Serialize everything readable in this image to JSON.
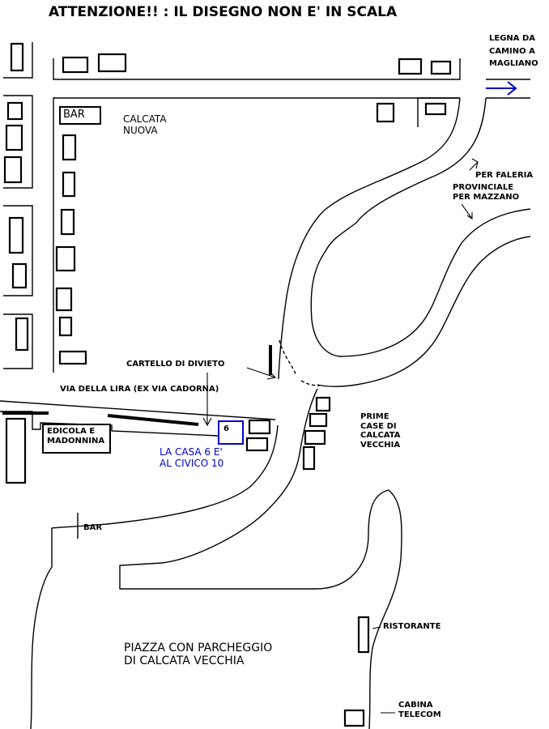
{
  "title": "ATTENZIONE!! : IL DISEGNO NON E' IN SCALA",
  "labels": {
    "legna_line1": "LEGNA DA",
    "legna_line2": "CAMINO A",
    "legna_line3": "MAGLIANO",
    "calcata_nuova_line1": "CALCATA",
    "calcata_nuova_line2": "NUOVA",
    "bar_top": "BAR",
    "per_faleria": "PER FALERIA",
    "provinciale_line1": "PROVINCIALE",
    "provinciale_line2": "PER MAZZANO",
    "cartello": "CARTELLO DI DIVIETO",
    "via_della_lira": "VIA DELLA LIRA (EX VIA CADORNA)",
    "edicola_line1": "EDICOLA E",
    "edicola_line2": "MADONNINA",
    "house_number": "6",
    "casa_line1": "LA CASA 6 E'",
    "casa_line2": "AL CIVICO 10",
    "prime_case_line1": "PRIME",
    "prime_case_line2": "CASE DI",
    "prime_case_line3": "CALCATA",
    "prime_case_line4": "VECCHIA",
    "bar_bottom": "BAR",
    "ristorante": "RISTORANTE",
    "cabina_line1": "CABINA",
    "cabina_line2": "TELECOM",
    "piazza_line1": "PIAZZA CON PARCHEGGIO",
    "piazza_line2": "DI CALCATA VECCHIA"
  },
  "colors": {
    "ink": "#000000",
    "highlight": "#0000cc"
  },
  "icons": {
    "direction_arrow": "arrow-right-icon"
  }
}
